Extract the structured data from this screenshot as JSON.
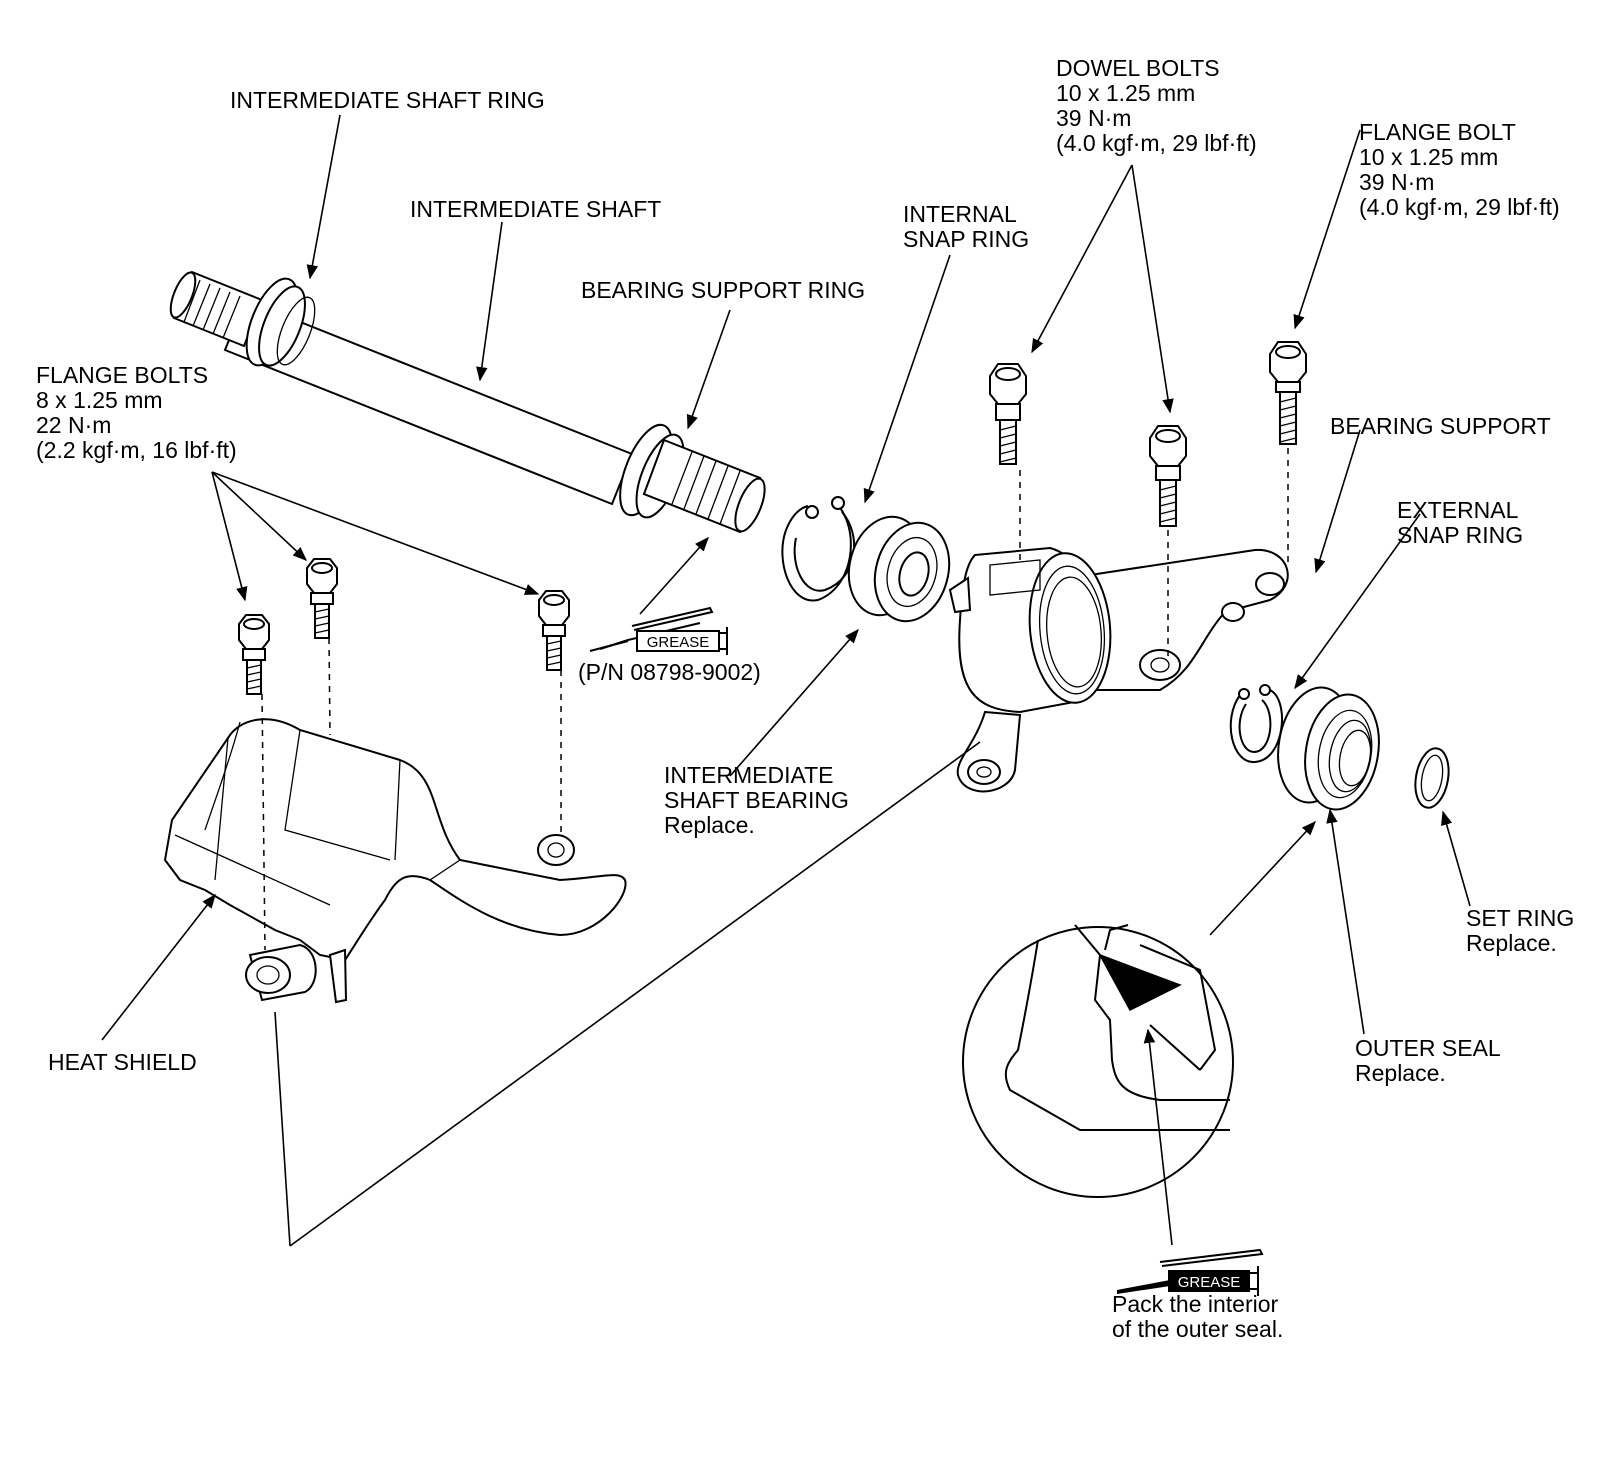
{
  "labels": {
    "intermediate_shaft_ring": "INTERMEDIATE SHAFT RING",
    "intermediate_shaft": "INTERMEDIATE SHAFT",
    "bearing_support_ring": "BEARING SUPPORT RING",
    "internal_snap_ring": [
      "INTERNAL",
      "SNAP RING"
    ],
    "dowel_bolts": [
      "DOWEL BOLTS",
      "10 x 1.25 mm",
      "39 N·m",
      "(4.0 kgf·m, 29 lbf·ft)"
    ],
    "flange_bolt": [
      "FLANGE BOLT",
      "10 x 1.25 mm",
      "39 N·m",
      "(4.0 kgf·m, 29 lbf·ft)"
    ],
    "flange_bolts": [
      "FLANGE BOLTS",
      "8 x 1.25 mm",
      "22 N·m",
      "(2.2 kgf·m, 16 lbf·ft)"
    ],
    "bearing_support": "BEARING SUPPORT",
    "external_snap_ring": [
      "EXTERNAL",
      "SNAP RING"
    ],
    "part_number": "(P/N 08798-9002)",
    "intermediate_shaft_bearing": [
      "INTERMEDIATE",
      "SHAFT BEARING",
      "Replace."
    ],
    "set_ring": [
      "SET RING",
      "Replace."
    ],
    "outer_seal": [
      "OUTER SEAL",
      "Replace."
    ],
    "heat_shield": "HEAT SHIELD",
    "pack_note": [
      "Pack the interior",
      "of the outer seal."
    ],
    "grease_tag": "GREASE"
  }
}
